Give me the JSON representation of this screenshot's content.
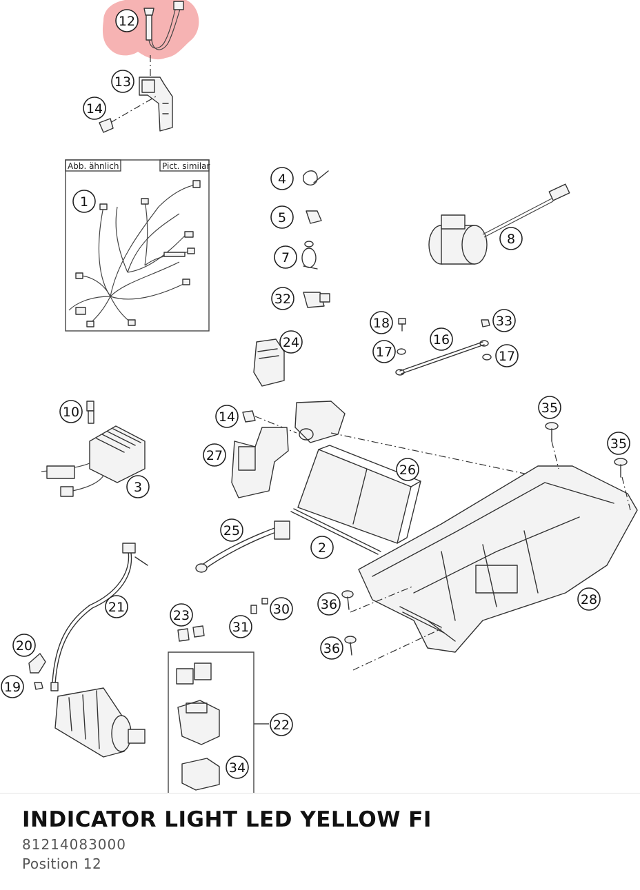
{
  "diagram": {
    "highlight_color": "#f4a0a0",
    "inset_label_left": "Abb. ähnlich",
    "inset_label_right": "Pict. similar",
    "callouts": [
      "12",
      "13",
      "14",
      "1",
      "4",
      "5",
      "7",
      "32",
      "8",
      "18",
      "33",
      "16",
      "17",
      "17",
      "24",
      "10",
      "14",
      "27",
      "26",
      "35",
      "35",
      "3",
      "25",
      "2",
      "21",
      "23",
      "30",
      "31",
      "36",
      "28",
      "20",
      "36",
      "19",
      "22",
      "34"
    ]
  },
  "part": {
    "name": "INDICATOR LIGHT LED YELLOW FI",
    "number": "81214083000",
    "position": "Position 12"
  }
}
